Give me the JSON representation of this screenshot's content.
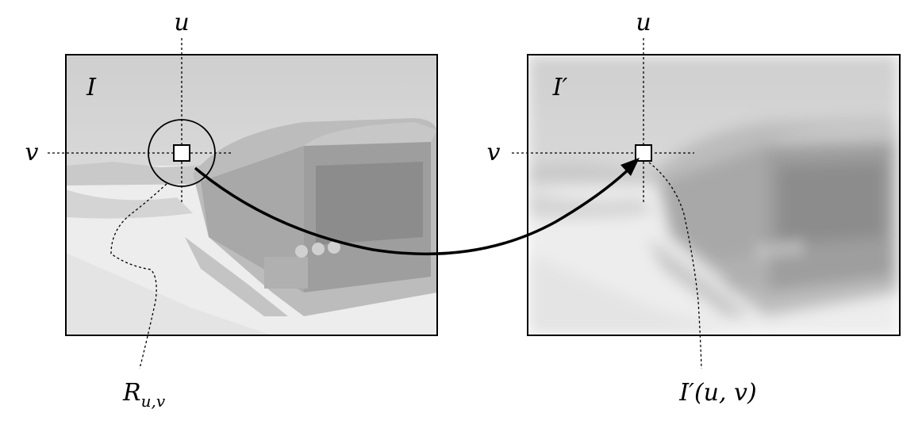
{
  "left_panel": {
    "image_label": "I",
    "axis_u": "u",
    "axis_v": "v",
    "region_label_main": "R",
    "region_label_sub": "u,v"
  },
  "right_panel": {
    "image_label": "I′",
    "axis_u": "u",
    "axis_v": "v",
    "pixel_label": "I′(u, v)"
  },
  "colors": {
    "sky": "#d9d9d9",
    "ground": "#ececec",
    "bus": "#bdbdbd",
    "frame": "#000000"
  }
}
